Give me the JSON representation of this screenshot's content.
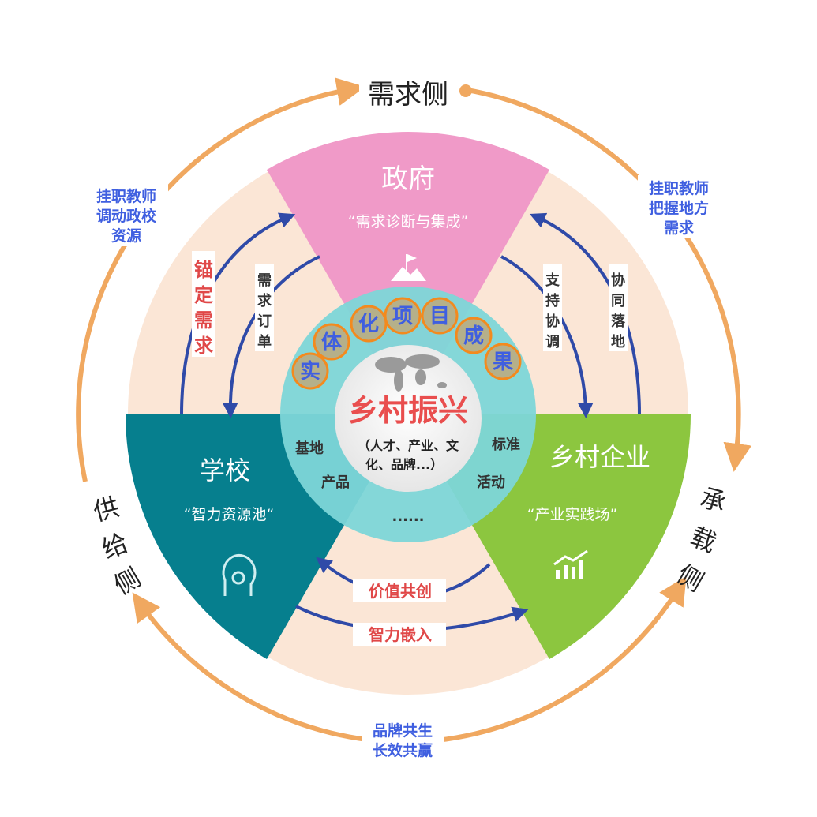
{
  "outer_labels": {
    "top": "需求侧",
    "left": [
      "供",
      "给",
      "侧"
    ],
    "right": [
      "承",
      "载",
      "侧"
    ]
  },
  "side_notes": {
    "left": [
      "挂职教师",
      "调动政校",
      "资源"
    ],
    "right": [
      "挂职教师",
      "把握地方",
      "需求"
    ],
    "bottom": [
      "品牌共生",
      "长效共赢"
    ]
  },
  "sectors": {
    "government": {
      "title": "政府",
      "subtitle": "“需求诊断与集成”",
      "icon": "flag-mountain-icon",
      "color": "#f09ac8"
    },
    "school": {
      "title": "学校",
      "subtitle": "“智力资源池“",
      "icon": "head-gear-icon",
      "color": "#067f8e"
    },
    "enterprise": {
      "title": "乡村企业",
      "subtitle": "“产业实践场”",
      "icon": "growth-chart-icon",
      "color": "#8cc63f"
    }
  },
  "arrows": {
    "anchor": [
      "锚",
      "定",
      "需",
      "求"
    ],
    "order": [
      "需",
      "求",
      "订",
      "单"
    ],
    "support": [
      "支",
      "持",
      "协",
      "调"
    ],
    "landing": [
      "协",
      "同",
      "落",
      "地"
    ],
    "value": "价值共创",
    "embed": "智力嵌入"
  },
  "hub": {
    "bubbles": [
      "实",
      "体",
      "化",
      "项",
      "目",
      "成",
      "果"
    ],
    "title": "乡村振兴",
    "subtitle": [
      "（人才、产业、文",
      "化、品牌...）"
    ],
    "items": [
      "基地",
      "产品",
      "标准",
      "活动",
      "......"
    ]
  },
  "colors": {
    "orange": "#f0a860",
    "beige": "#fbe6d6",
    "hub": "#7dd6d8",
    "arrow": "#2f4aa8"
  }
}
